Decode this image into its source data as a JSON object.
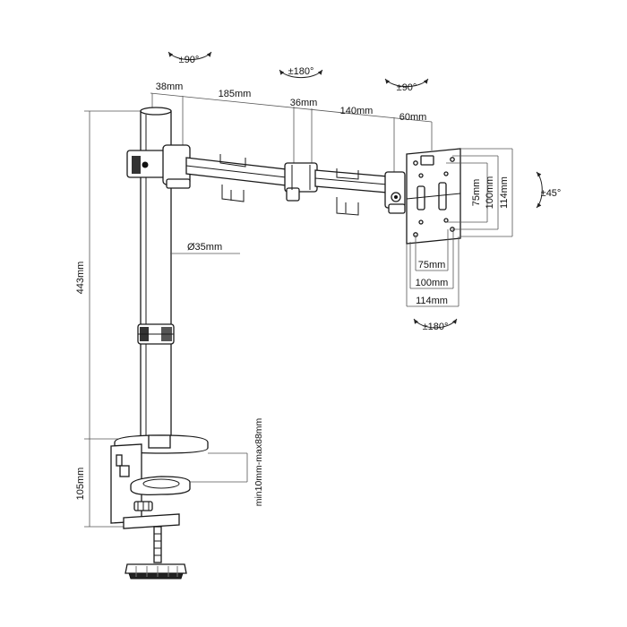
{
  "arm_dimensions": {
    "pole_top_offset": "38mm",
    "first_arm": "185mm",
    "joint": "36mm",
    "second_arm": "140mm",
    "head_offset": "60mm"
  },
  "rotation_labels": {
    "base_joint": "±90°",
    "middle_joint": "±180°",
    "head_joint": "±90°",
    "tilt": "±45°",
    "rotate": "±180°"
  },
  "vesa": {
    "vertical": [
      "75mm",
      "100mm",
      "114mm"
    ],
    "horizontal": [
      "75mm",
      "100mm",
      "114mm"
    ]
  },
  "pole": {
    "diameter": "Ø35mm",
    "height": "443mm"
  },
  "clamp": {
    "height": "105mm",
    "desk_thickness": "min10mm-max88mm"
  }
}
